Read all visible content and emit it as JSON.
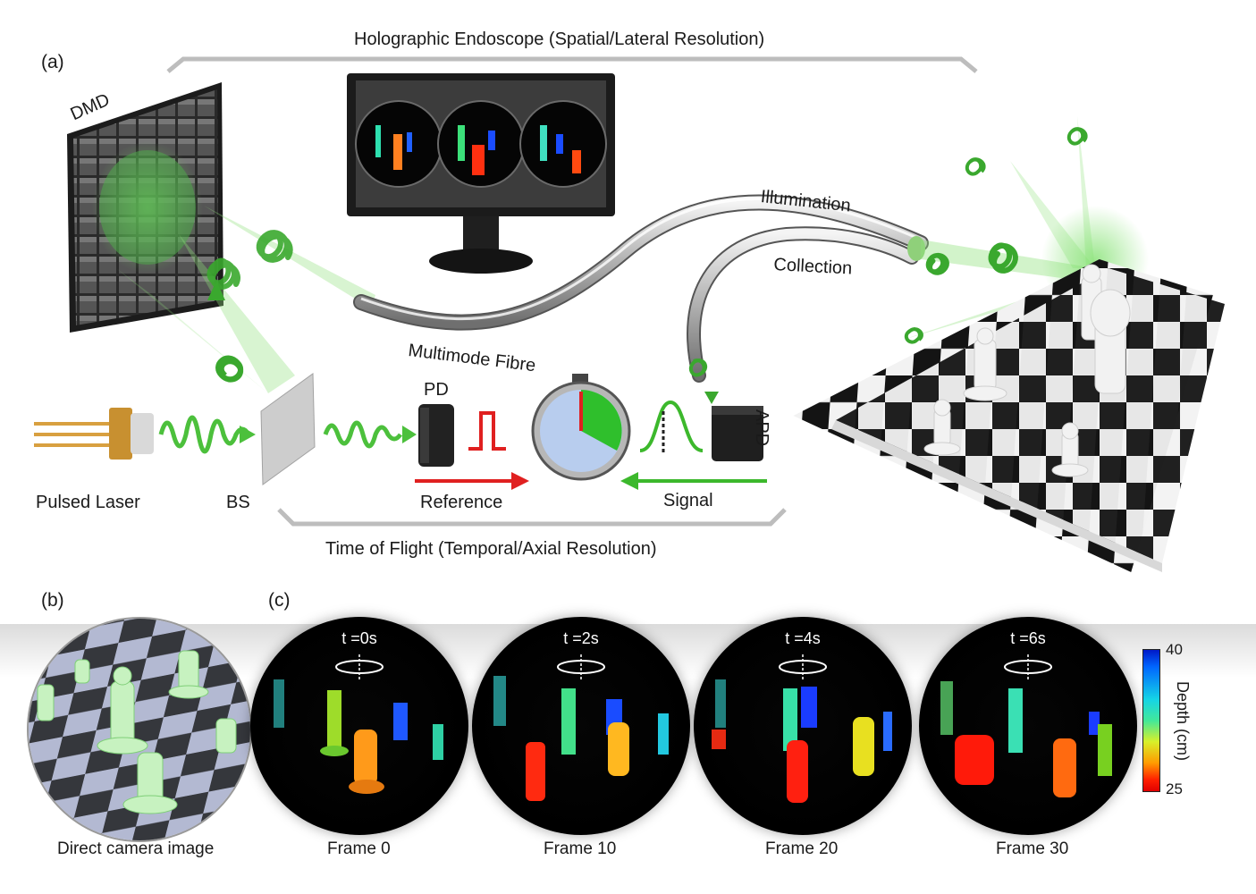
{
  "panel_a": {
    "tag": "(a)",
    "top_bracket": "Holographic Endoscope (Spatial/Lateral Resolution)",
    "bottom_bracket": "Time of Flight (Temporal/Axial Resolution)",
    "labels": {
      "dmd": "DMD",
      "pulsed_laser": "Pulsed Laser",
      "bs": "BS",
      "pd": "PD",
      "apd": "APD",
      "reference": "Reference",
      "signal": "Signal",
      "multimode_fibre": "Multimode Fibre",
      "illumination": "Illumination",
      "collection": "Collection"
    },
    "colors": {
      "beam": "#5ccc3c",
      "reference": "#e02020",
      "signal": "#3cb82c",
      "bracket": "#b8b8b8"
    }
  },
  "panel_b": {
    "tag": "(b)",
    "caption": "Direct camera image"
  },
  "panel_c": {
    "tag": "(c)",
    "frames": [
      {
        "time": "t =0s",
        "caption": "Frame 0"
      },
      {
        "time": "t =2s",
        "caption": "Frame 10"
      },
      {
        "time": "t =4s",
        "caption": "Frame 20"
      },
      {
        "time": "t =6s",
        "caption": "Frame 30"
      }
    ],
    "colorbar": {
      "label": "Depth (cm)",
      "max": "40",
      "min": "25"
    }
  }
}
